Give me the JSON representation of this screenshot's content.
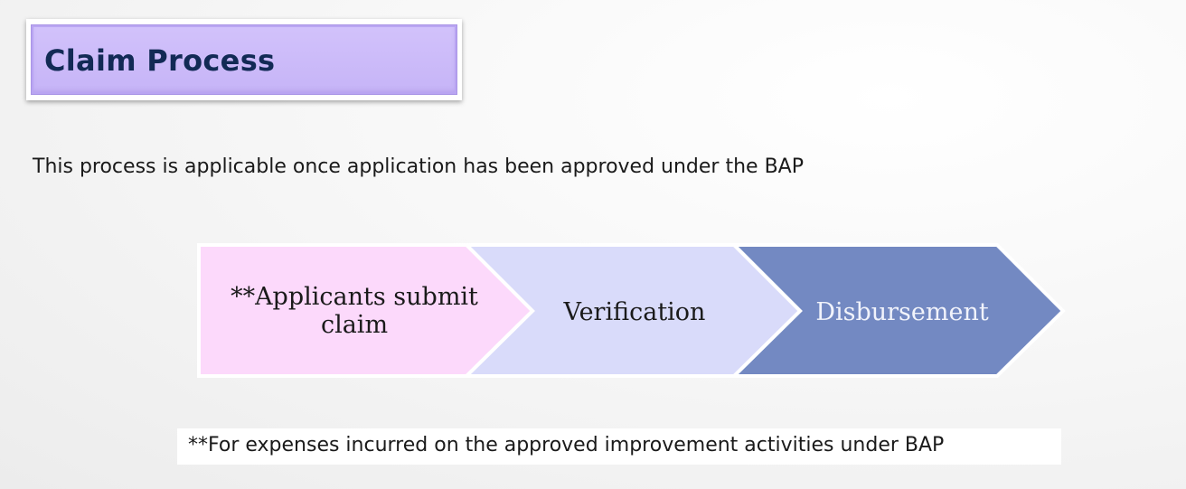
{
  "header": {
    "title": "Claim Process"
  },
  "intro": {
    "text": "This process is applicable once application has been approved under the BAP"
  },
  "process": {
    "steps": [
      {
        "label": "**Applicants submit claim",
        "fill": "#fcd9fb"
      },
      {
        "label": "Verification",
        "fill": "#d9dbfa"
      },
      {
        "label": "Disbursement",
        "fill": "#7389c2"
      }
    ]
  },
  "footnote": {
    "text": "**For expenses incurred on the approved improvement activities under BAP"
  },
  "colors": {
    "title_bg": "#c9b8f8",
    "title_text": "#122a55",
    "step_1": "#fcd9fb",
    "step_2": "#d9dbfa",
    "step_3": "#7389c2"
  }
}
